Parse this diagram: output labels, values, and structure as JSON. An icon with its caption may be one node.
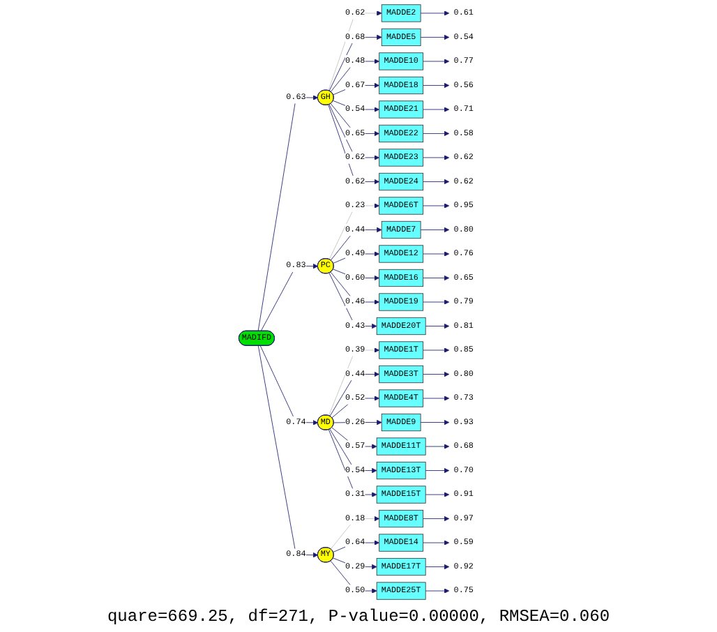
{
  "diagram": {
    "caption": "quare=669.25, df=271, P-value=0.00000, RMSEA=0.060",
    "nodes": [
      {
        "text": [
          "MADIFD"
        ]
      },
      {
        "text": [
          "GH"
        ]
      },
      {
        "text": [
          "PC"
        ]
      },
      {
        "text": [
          "MD"
        ]
      },
      {
        "text": [
          "MY"
        ]
      },
      {
        "text": [
          "MADDE2"
        ]
      },
      {
        "text": [
          "MADDE5"
        ]
      },
      {
        "text": [
          "MADDE10"
        ]
      },
      {
        "text": [
          "MADDE18"
        ]
      },
      {
        "text": [
          "MADDE21"
        ]
      },
      {
        "text": [
          "MADDE22"
        ]
      },
      {
        "text": [
          "MADDE23"
        ]
      },
      {
        "text": [
          "MADDE24"
        ]
      },
      {
        "text": [
          "MADDE6T"
        ]
      },
      {
        "text": [
          "MADDE7"
        ]
      },
      {
        "text": [
          "MADDE12"
        ]
      },
      {
        "text": [
          "MADDE16"
        ]
      },
      {
        "text": [
          "MADDE19"
        ]
      },
      {
        "text": [
          "MADDE20T"
        ]
      },
      {
        "text": [
          "MADDE1T"
        ]
      },
      {
        "text": [
          "MADDE3T"
        ]
      },
      {
        "text": [
          "MADDE4T"
        ]
      },
      {
        "text": [
          "MADDE9"
        ]
      },
      {
        "text": [
          "MADDE11T"
        ]
      },
      {
        "text": [
          "MADDE13T"
        ]
      },
      {
        "text": [
          "MADDE15T"
        ]
      },
      {
        "text": [
          "MADDE8T"
        ]
      },
      {
        "text": [
          "MADDE14"
        ]
      },
      {
        "text": [
          "MADDE17T"
        ]
      },
      {
        "text": [
          "MADDE25T"
        ]
      },
      {
        "text": [
          "0.61"
        ]
      },
      {
        "text": [
          "0.54"
        ]
      },
      {
        "text": [
          "0.77"
        ]
      },
      {
        "text": [
          "0.56"
        ]
      },
      {
        "text": [
          "0.71"
        ]
      },
      {
        "text": [
          "0.58"
        ]
      },
      {
        "text": [
          "0.62"
        ]
      },
      {
        "text": [
          "0.62"
        ]
      },
      {
        "text": [
          "0.95"
        ]
      },
      {
        "text": [
          "0.80"
        ]
      },
      {
        "text": [
          "0.76"
        ]
      },
      {
        "text": [
          "0.65"
        ]
      },
      {
        "text": [
          "0.79"
        ]
      },
      {
        "text": [
          "0.81"
        ]
      },
      {
        "text": [
          "0.85"
        ]
      },
      {
        "text": [
          "0.80"
        ]
      },
      {
        "text": [
          "0.73"
        ]
      },
      {
        "text": [
          "0.93"
        ]
      },
      {
        "text": [
          "0.68"
        ]
      },
      {
        "text": [
          "0.70"
        ]
      },
      {
        "text": [
          "0.91"
        ]
      },
      {
        "text": [
          "0.97"
        ]
      },
      {
        "text": [
          "0.59"
        ]
      },
      {
        "text": [
          "0.92"
        ]
      },
      {
        "text": [
          "0.75"
        ]
      }
    ],
    "edges": [
      {
        "from": 0,
        "to": 1,
        "arrow": "to",
        "label": "0.63"
      },
      {
        "from": 0,
        "to": 2,
        "arrow": "to",
        "label": "0.83"
      },
      {
        "from": 0,
        "to": 3,
        "arrow": "to",
        "label": "0.74"
      },
      {
        "from": 0,
        "to": 4,
        "arrow": "to",
        "label": "0.84"
      },
      {
        "from": 1,
        "to": 5,
        "arrow": "to",
        "label": "0.62",
        "color": "#c0c0c0"
      },
      {
        "from": 1,
        "to": 6,
        "arrow": "to",
        "label": "0.68"
      },
      {
        "from": 1,
        "to": 7,
        "arrow": "to",
        "label": "0.48"
      },
      {
        "from": 1,
        "to": 8,
        "arrow": "to",
        "label": "0.67"
      },
      {
        "from": 1,
        "to": 9,
        "arrow": "to",
        "label": "0.54"
      },
      {
        "from": 1,
        "to": 10,
        "arrow": "to",
        "label": "0.65"
      },
      {
        "from": 1,
        "to": 11,
        "arrow": "to",
        "label": "0.62"
      },
      {
        "from": 1,
        "to": 12,
        "arrow": "to",
        "label": "0.62"
      },
      {
        "from": 2,
        "to": 13,
        "arrow": "to",
        "label": "0.23",
        "color": "#c0c0c0"
      },
      {
        "from": 2,
        "to": 14,
        "arrow": "to",
        "label": "0.44"
      },
      {
        "from": 2,
        "to": 15,
        "arrow": "to",
        "label": "0.49"
      },
      {
        "from": 2,
        "to": 16,
        "arrow": "to",
        "label": "0.60"
      },
      {
        "from": 2,
        "to": 17,
        "arrow": "to",
        "label": "0.46"
      },
      {
        "from": 2,
        "to": 18,
        "arrow": "to",
        "label": "0.43"
      },
      {
        "from": 3,
        "to": 19,
        "arrow": "to",
        "label": "0.39",
        "color": "#c0c0c0"
      },
      {
        "from": 3,
        "to": 20,
        "arrow": "to",
        "label": "0.44"
      },
      {
        "from": 3,
        "to": 21,
        "arrow": "to",
        "label": "0.52"
      },
      {
        "from": 3,
        "to": 22,
        "arrow": "to",
        "label": "0.26"
      },
      {
        "from": 3,
        "to": 23,
        "arrow": "to",
        "label": "0.57"
      },
      {
        "from": 3,
        "to": 24,
        "arrow": "to",
        "label": "0.54"
      },
      {
        "from": 3,
        "to": 25,
        "arrow": "to",
        "label": "0.31"
      },
      {
        "from": 4,
        "to": 26,
        "arrow": "to",
        "label": "0.18",
        "color": "#c0c0c0"
      },
      {
        "from": 4,
        "to": 27,
        "arrow": "to",
        "label": "0.64"
      },
      {
        "from": 4,
        "to": 28,
        "arrow": "to",
        "label": "0.29"
      },
      {
        "from": 4,
        "to": 29,
        "arrow": "to",
        "label": "0.50"
      },
      {
        "from": 5,
        "to": 30,
        "arrow": "to"
      },
      {
        "from": 6,
        "to": 31,
        "arrow": "to"
      },
      {
        "from": 7,
        "to": 32,
        "arrow": "to"
      },
      {
        "from": 8,
        "to": 33,
        "arrow": "to"
      },
      {
        "from": 9,
        "to": 34,
        "arrow": "to"
      },
      {
        "from": 10,
        "to": 35,
        "arrow": "to"
      },
      {
        "from": 11,
        "to": 36,
        "arrow": "to"
      },
      {
        "from": 12,
        "to": 37,
        "arrow": "to"
      },
      {
        "from": 13,
        "to": 38,
        "arrow": "to"
      },
      {
        "from": 14,
        "to": 39,
        "arrow": "to"
      },
      {
        "from": 15,
        "to": 40,
        "arrow": "to"
      },
      {
        "from": 16,
        "to": 41,
        "arrow": "to"
      },
      {
        "from": 17,
        "to": 42,
        "arrow": "to"
      },
      {
        "from": 18,
        "to": 43,
        "arrow": "to"
      },
      {
        "from": 19,
        "to": 44,
        "arrow": "to"
      },
      {
        "from": 20,
        "to": 45,
        "arrow": "to"
      },
      {
        "from": 21,
        "to": 46,
        "arrow": "to"
      },
      {
        "from": 22,
        "to": 47,
        "arrow": "to"
      },
      {
        "from": 23,
        "to": 48,
        "arrow": "to"
      },
      {
        "from": 24,
        "to": 49,
        "arrow": "to"
      },
      {
        "from": 25,
        "to": 50,
        "arrow": "to"
      },
      {
        "from": 26,
        "to": 51,
        "arrow": "to"
      },
      {
        "from": 27,
        "to": 52,
        "arrow": "to"
      },
      {
        "from": 28,
        "to": 53,
        "arrow": "to"
      },
      {
        "from": 29,
        "to": 54,
        "arrow": "to"
      }
    ]
  }
}
